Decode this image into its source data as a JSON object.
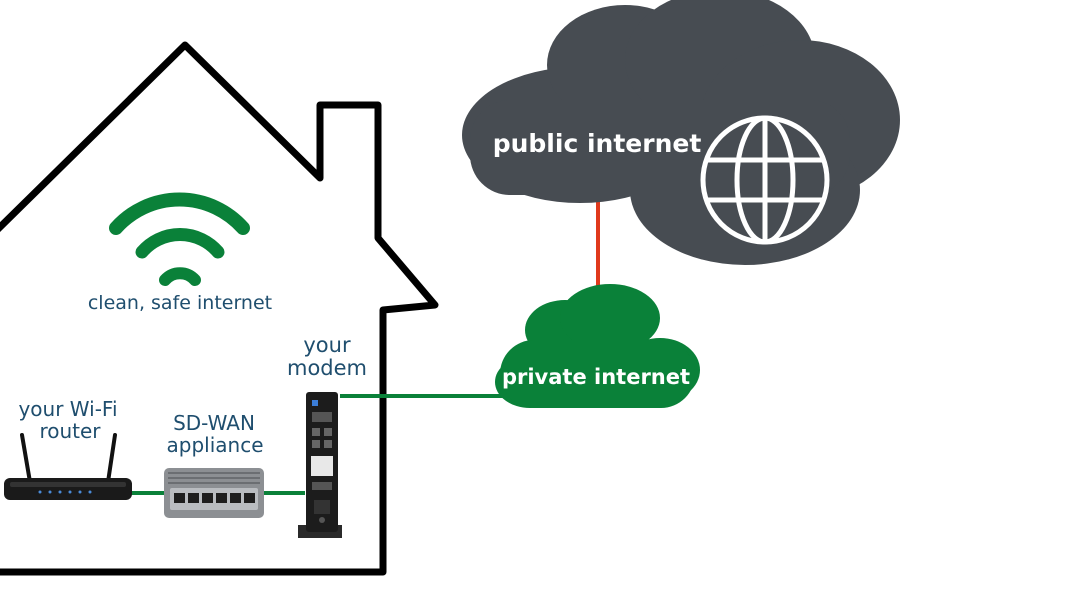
{
  "labels": {
    "public_internet": "public internet",
    "private_internet": "private internet",
    "clean_safe_internet": "clean, safe internet",
    "your_modem_line1": "your",
    "your_modem_line2": "modem",
    "wifi_router_line1": "your Wi-Fi",
    "wifi_router_line2": "router",
    "sdwan_line1": "SD-WAN",
    "sdwan_line2": "appliance"
  },
  "colors": {
    "public_cloud": "#474c52",
    "private_cloud": "#0a8139",
    "wifi_symbol": "#0a8139",
    "label_text": "#1f4e6e",
    "cloud_text": "#ffffff",
    "house_outline": "#000000",
    "connector_line": "#0a8139",
    "uplink_line": "#e0391c"
  },
  "icons": {
    "globe": "globe-icon",
    "wifi": "wifi-icon",
    "router": "router-icon",
    "sdwan": "sdwan-appliance-icon",
    "modem": "modem-icon"
  }
}
